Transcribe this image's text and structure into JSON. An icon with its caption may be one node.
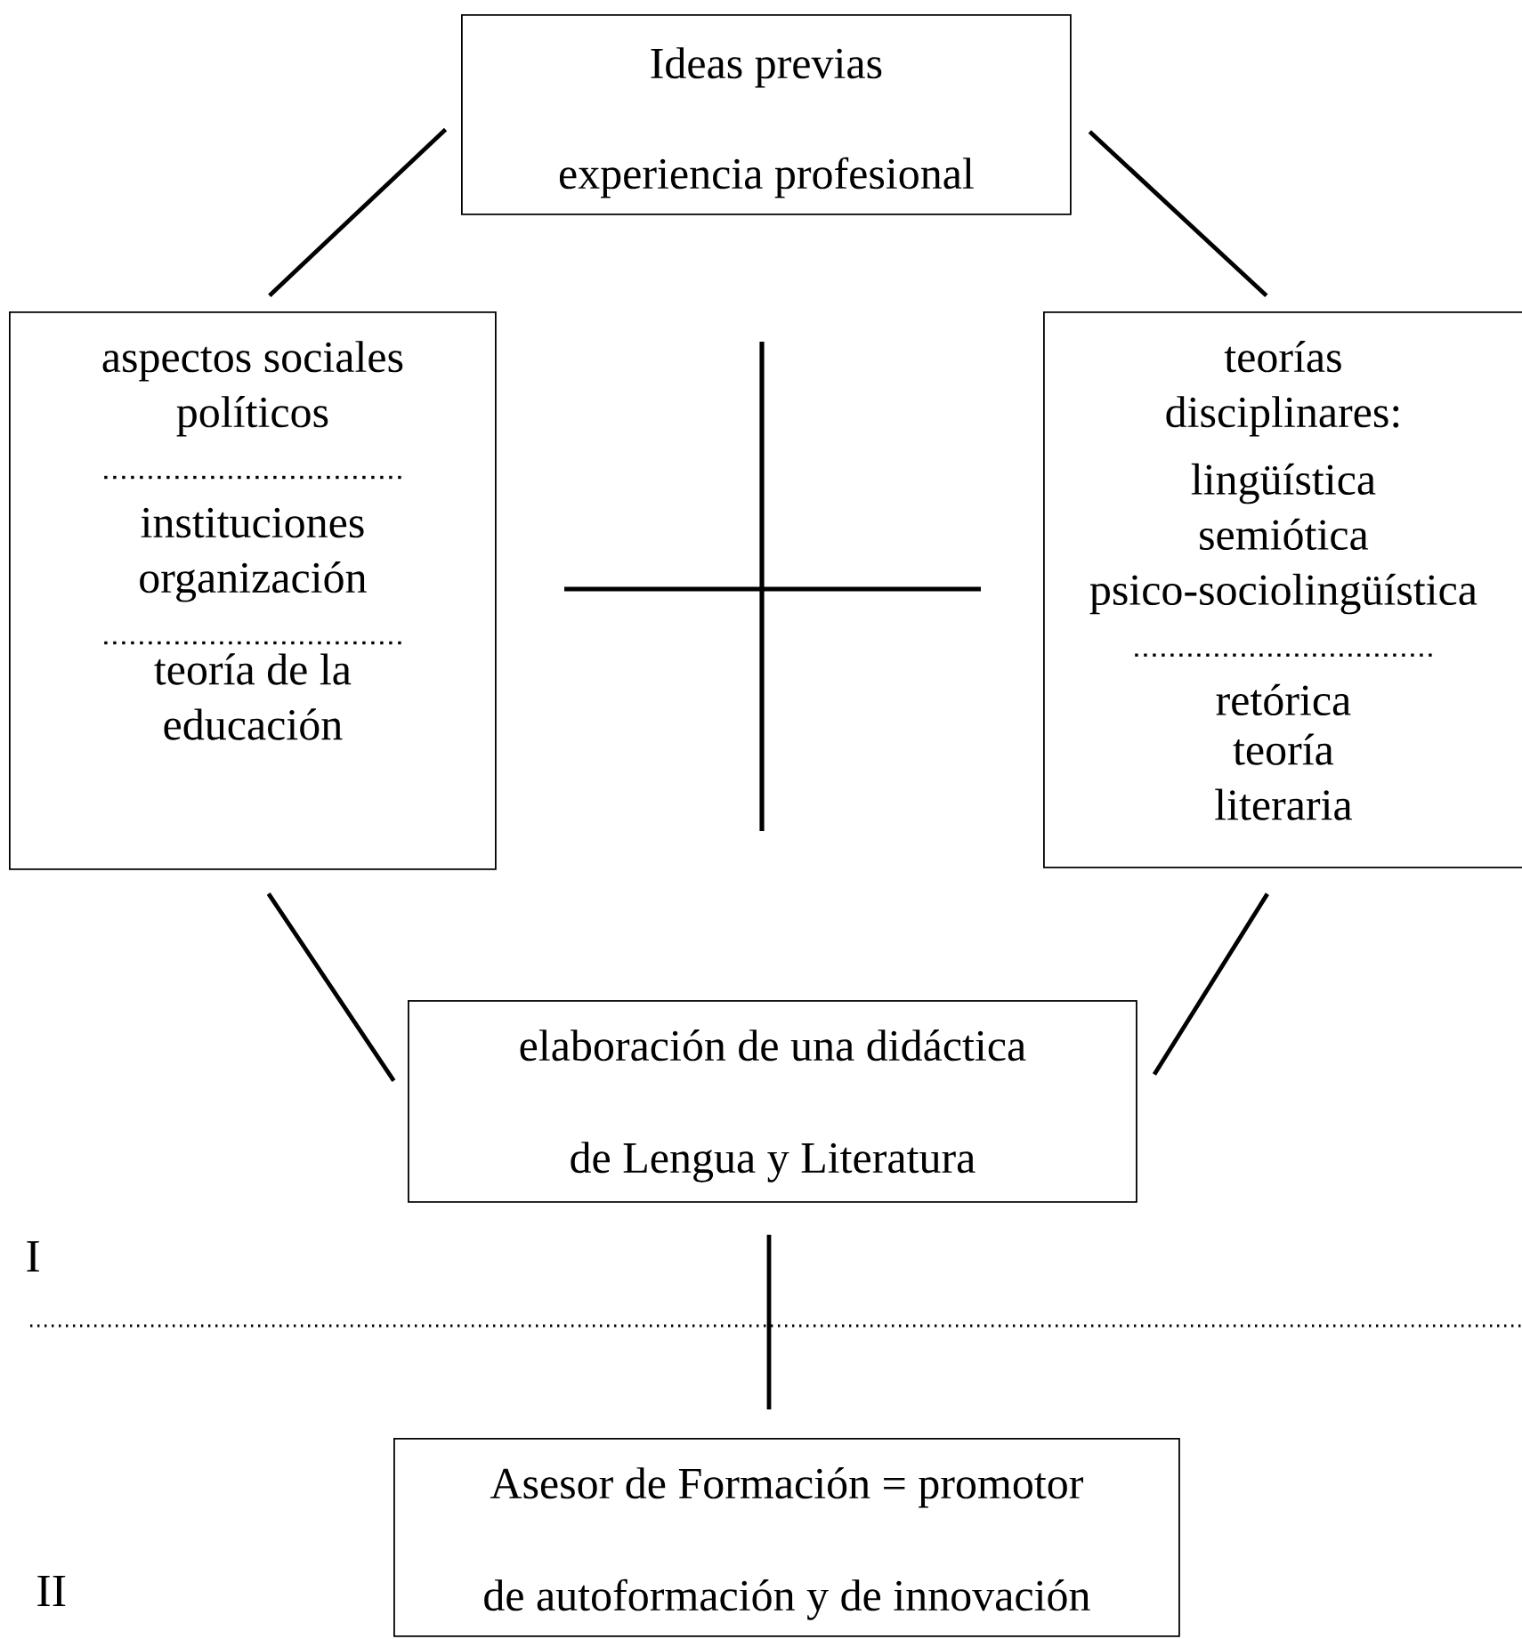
{
  "diagram": {
    "nodes": [
      {
        "text": [
          "Ideas previas",
          "experiencia profesional"
        ]
      },
      {
        "text": [
          "aspectos sociales",
          "políticos",
          "instituciones",
          "organización",
          "teoría de la educación"
        ]
      },
      {
        "text": [
          "teorías disciplinares:",
          "lingüística",
          "semiótica",
          "psico-sociolingüística",
          "retórica",
          "teoría literaria"
        ]
      },
      {
        "text": [
          "elaboración de una didáctica de Lengua y Literatura"
        ]
      },
      {
        "text": [
          "Asesor de Formación = promotor de autoformación y de innovación"
        ]
      }
    ],
    "edges": [
      {
        "from": 1,
        "to": 0,
        "arrow": "none"
      },
      {
        "from": 0,
        "to": 2,
        "arrow": "none"
      },
      {
        "from": 1,
        "to": 3,
        "arrow": "none"
      },
      {
        "from": 2,
        "to": 3,
        "arrow": "none"
      },
      {
        "from": 3,
        "to": 4,
        "arrow": "none"
      }
    ],
    "labels": [
      "I",
      "II"
    ]
  }
}
